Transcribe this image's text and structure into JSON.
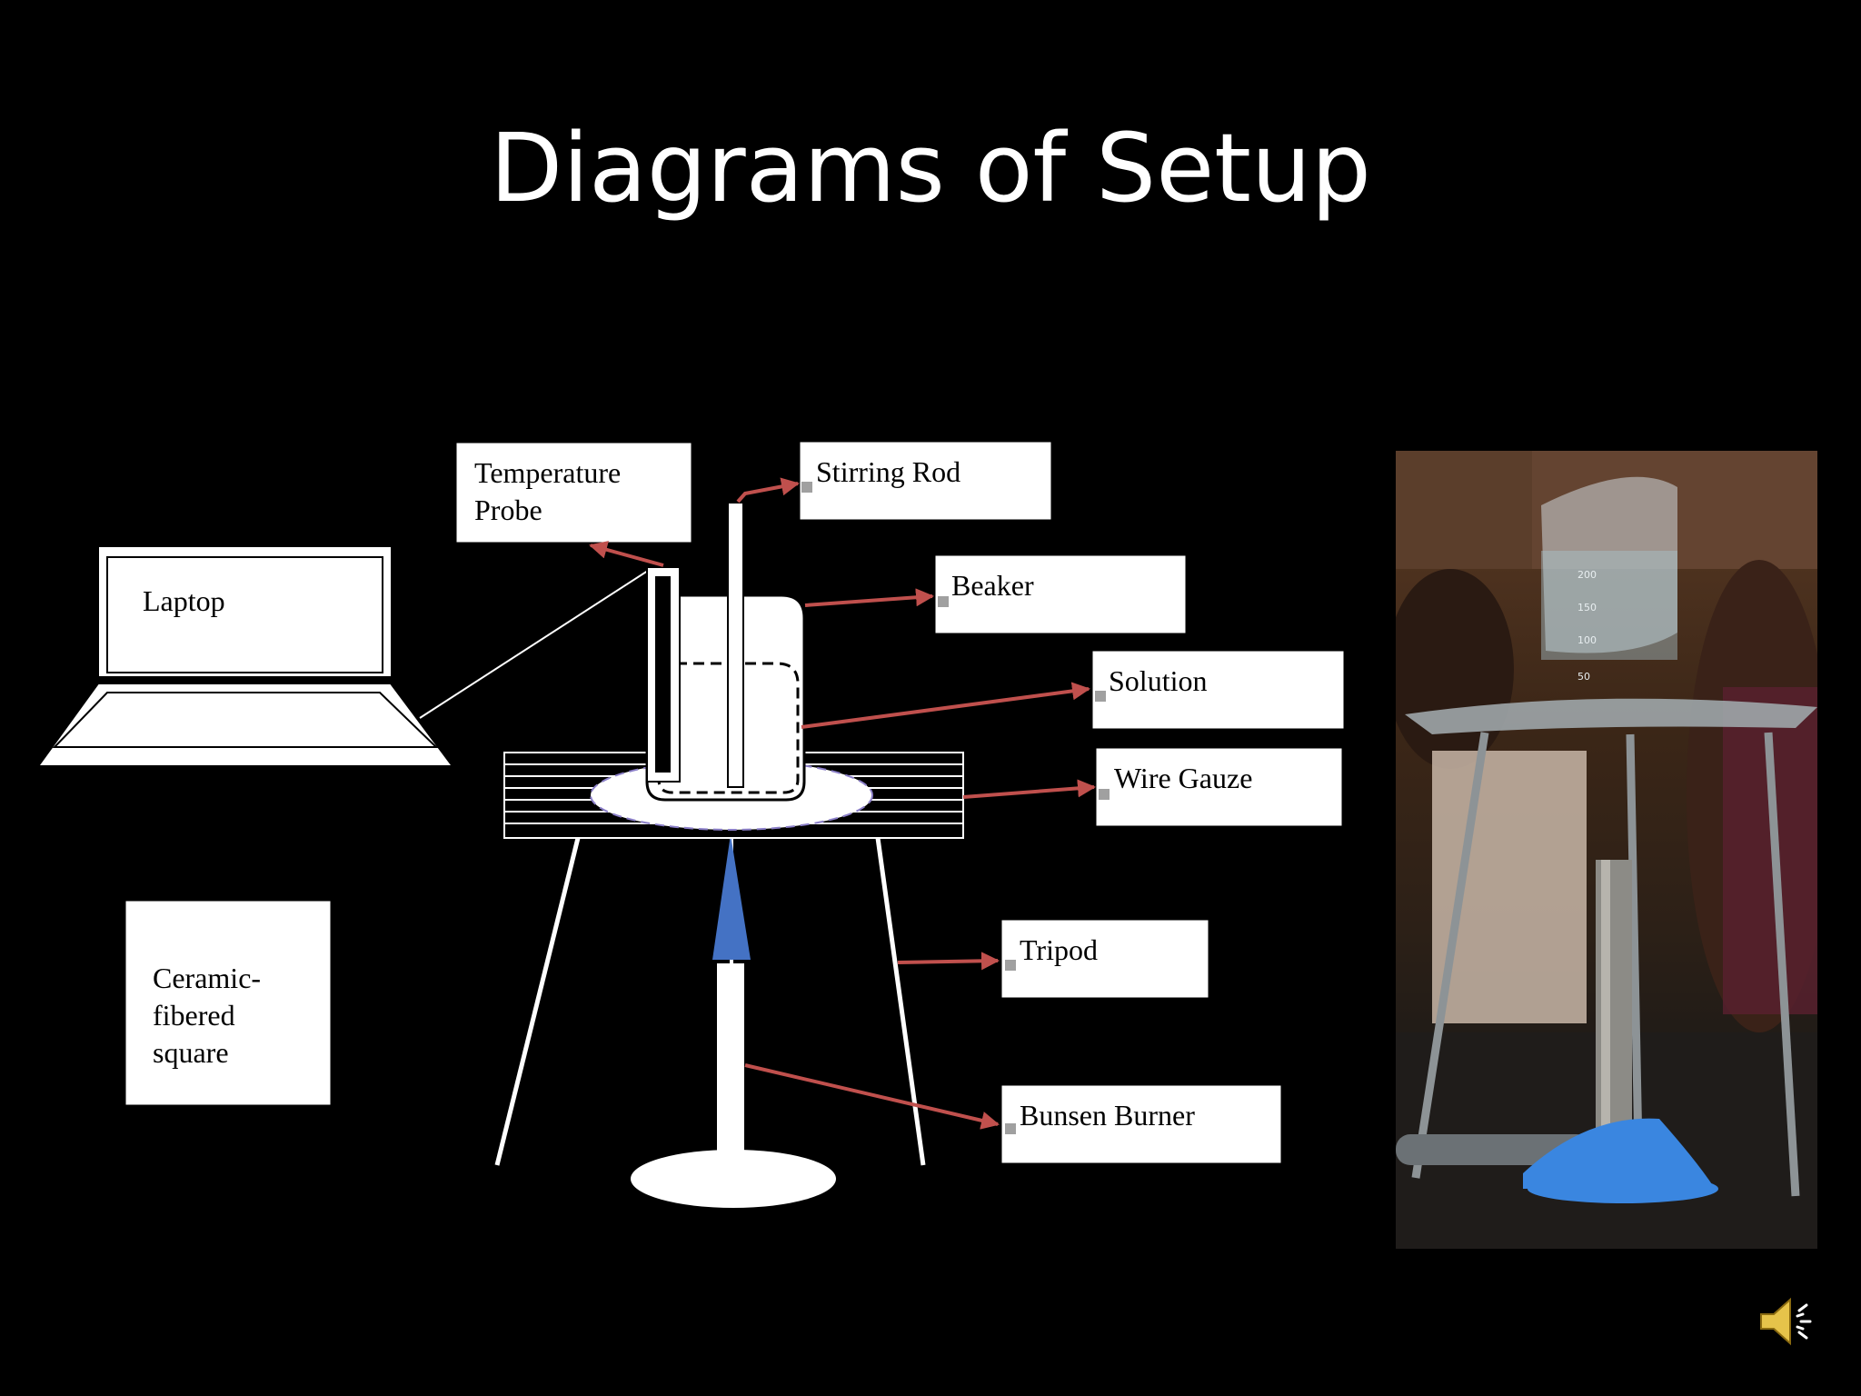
{
  "slide": {
    "title": "Diagrams of Setup"
  },
  "labels": {
    "laptop": "Laptop",
    "ceramic": [
      "Ceramic-",
      "fibered",
      "square"
    ],
    "temperature_probe": [
      "Temperature",
      "Probe"
    ],
    "stirring_rod": "Stirring Rod",
    "beaker": "Beaker",
    "solution": "Solution",
    "wire_gauze": "Wire Gauze",
    "tripod": "Tripod",
    "bunsen_burner": "Bunsen Burner"
  },
  "photo": {
    "beaker_marks": [
      "200",
      "150",
      "100",
      "50"
    ]
  },
  "icons": {
    "audio": "speaker-icon"
  },
  "colors": {
    "background": "#000000",
    "arrow": "#c0504d",
    "flame": "#4472c4",
    "burner_base": "#3a86e0"
  }
}
